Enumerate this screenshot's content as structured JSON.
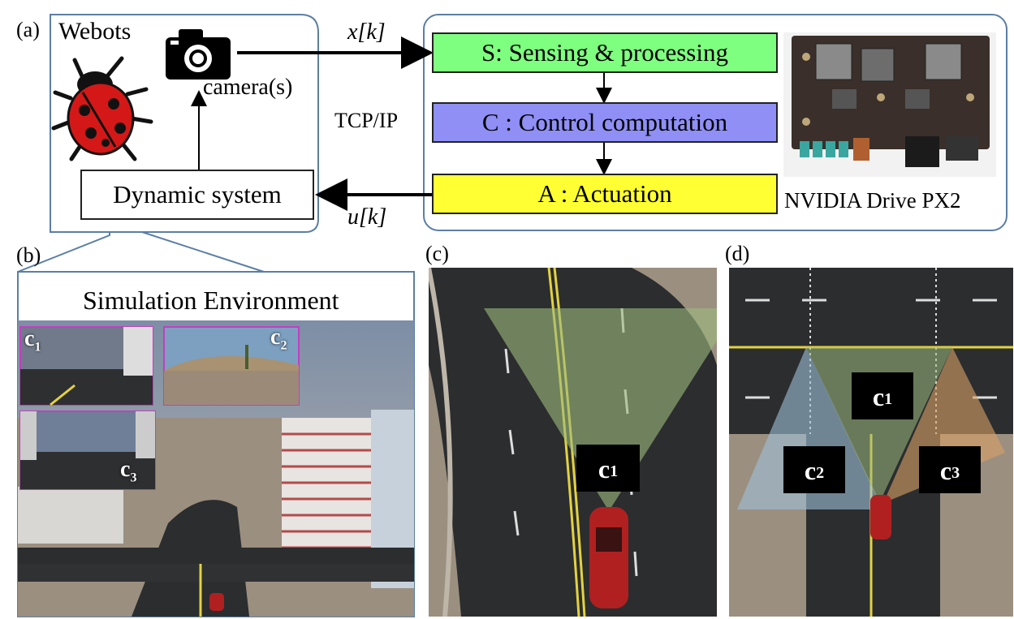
{
  "panels": {
    "a": "(a)",
    "b": "(b)",
    "c": "(c)",
    "d": "(d)"
  },
  "webots": {
    "title": "Webots",
    "camera_label": "camera(s)",
    "dynamic_system": "Dynamic system"
  },
  "link": {
    "protocol": "TCP/IP",
    "state_signal": "x[k]",
    "control_signal": "u[k]"
  },
  "px2": {
    "sensing": "S: Sensing & processing",
    "control": "C : Control computation",
    "actuation": "A : Actuation",
    "board_caption": "NVIDIA Drive PX2"
  },
  "simulation": {
    "title": "Simulation Environment",
    "thumbs": [
      {
        "main": "c",
        "sub": "1"
      },
      {
        "main": "c",
        "sub": "2"
      },
      {
        "main": "c",
        "sub": "3"
      }
    ]
  },
  "single_camera": {
    "main": "c",
    "sub": "1"
  },
  "multi_camera": [
    {
      "main": "c",
      "sub": "1"
    },
    {
      "main": "c",
      "sub": "2"
    },
    {
      "main": "c",
      "sub": "3"
    }
  ],
  "colors": {
    "frame": "#5b7fa6",
    "sensing": "#7fff7f",
    "control": "#8f8ff5",
    "actuation": "#ffff33",
    "road": "#2b2d2f",
    "ground": "#9b8f80",
    "lane_yellow": "#e3d23f",
    "fov_green": "#9cba7d",
    "fov_blue": "#9fbfd8",
    "fov_orange": "#d9a066",
    "car_red": "#b02020"
  }
}
